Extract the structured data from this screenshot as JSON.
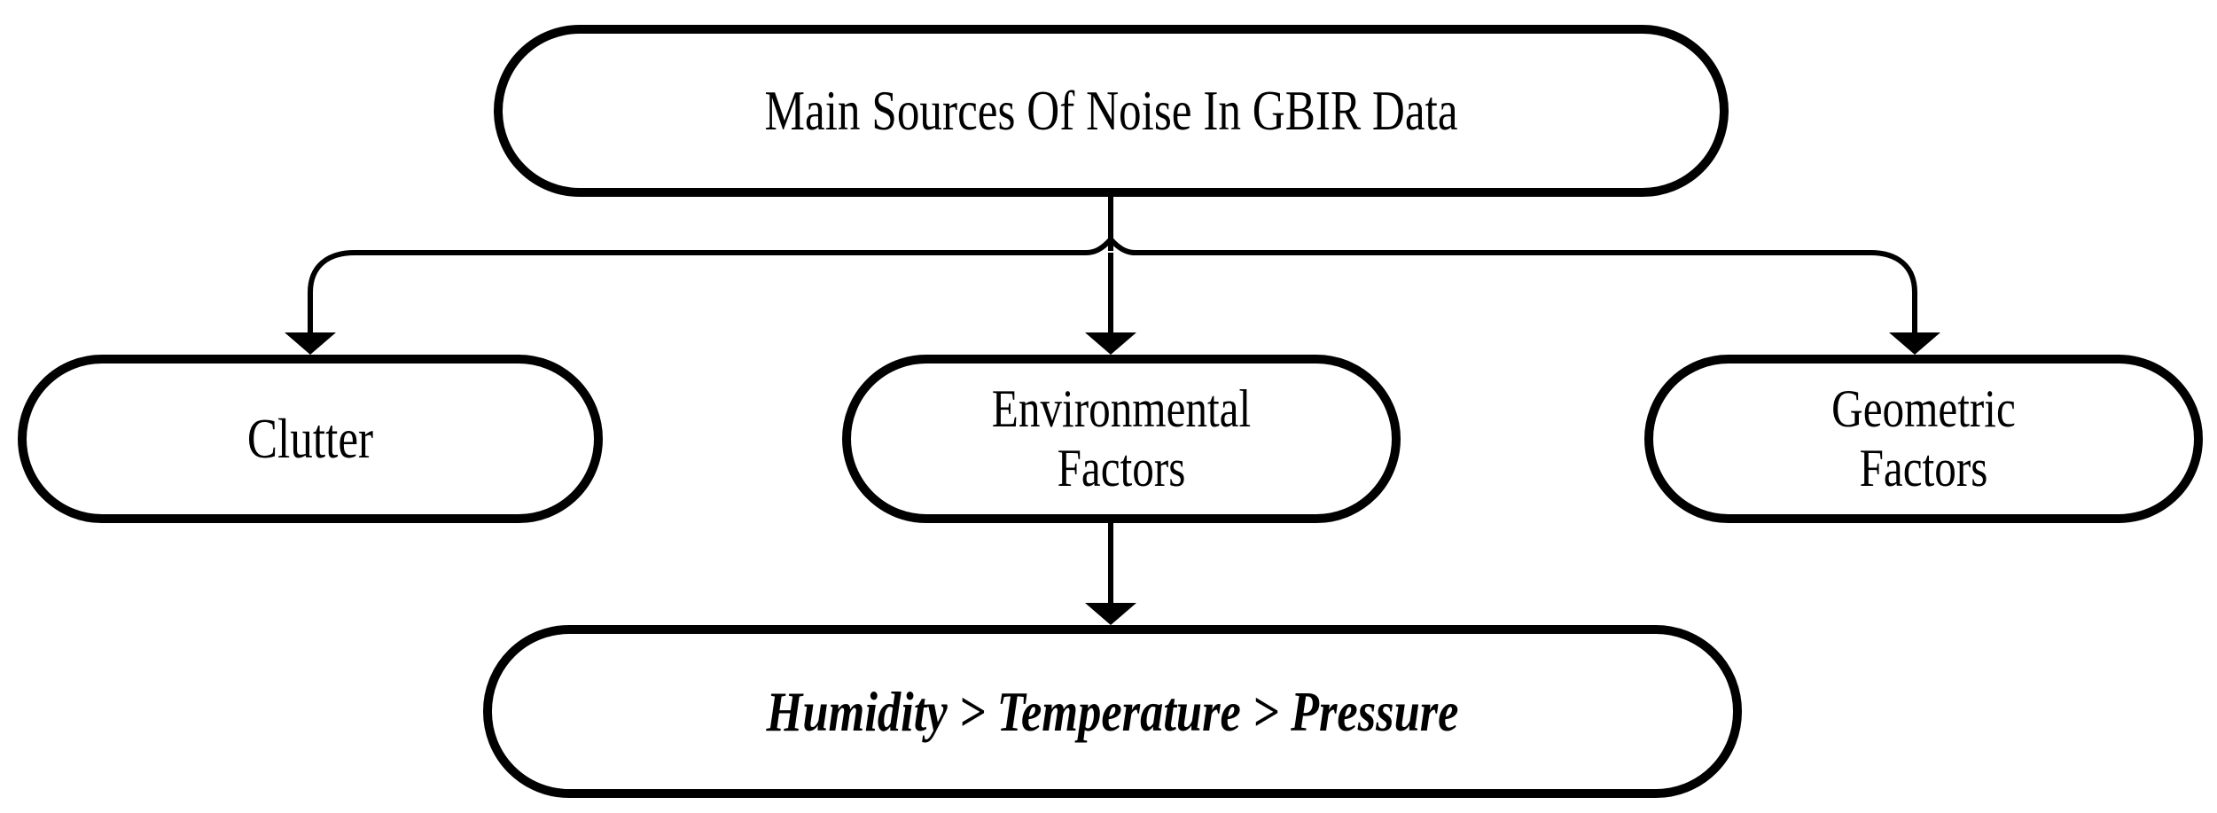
{
  "diagram": {
    "type": "flowchart",
    "orientation": "top-down",
    "title": "Main Sources Of Noise In GBIR Data",
    "colors": {
      "stroke": "#000000",
      "fill": "#ffffff",
      "text": "#000000",
      "background": "#ffffff"
    },
    "nodes": [
      {
        "id": "root",
        "label": "Main Sources Of Noise In GBIR Data",
        "shape": "rounded-rectangle",
        "style": "regular"
      },
      {
        "id": "clutter",
        "label": "Clutter",
        "shape": "rounded-rectangle",
        "style": "regular"
      },
      {
        "id": "environmental",
        "label": "Environmental\nFactors",
        "shape": "rounded-rectangle",
        "style": "regular"
      },
      {
        "id": "geometric",
        "label": "Geometric\nFactors",
        "shape": "rounded-rectangle",
        "style": "regular"
      },
      {
        "id": "humidity",
        "label": "Humidity > Temperature > Pressure",
        "shape": "rounded-rectangle",
        "style": "bold-italic"
      }
    ],
    "edges": [
      {
        "from": "root",
        "to": "clutter",
        "arrow": "solid-triangle"
      },
      {
        "from": "root",
        "to": "environmental",
        "arrow": "solid-triangle"
      },
      {
        "from": "root",
        "to": "geometric",
        "arrow": "solid-triangle"
      },
      {
        "from": "environmental",
        "to": "humidity",
        "arrow": "solid-triangle"
      }
    ]
  }
}
